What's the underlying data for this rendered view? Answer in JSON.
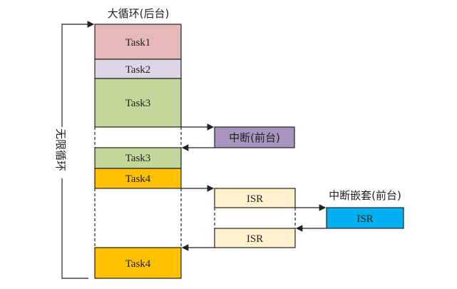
{
  "labels": {
    "background_loop": "大循环(后台)",
    "infinite_loop": "无限循环",
    "interrupt_foreground": "中断(前台)",
    "nested_interrupt_foreground": "中断嵌套(前台)"
  },
  "main_column": [
    {
      "label": "Task1",
      "color": "#e6b8b7"
    },
    {
      "label": "Task2",
      "color": "#dcd6e6"
    },
    {
      "label": "Task3",
      "color": "#c4d79b"
    },
    {
      "label": "Task3",
      "color": "#c4d79b"
    },
    {
      "label": "Task4",
      "color": "#ffc000"
    },
    {
      "label": "Task4",
      "color": "#ffc000"
    }
  ],
  "interrupt": {
    "label": "中断(前台)",
    "color": "#a894be"
  },
  "isr_blocks": [
    {
      "label": "ISR",
      "color": "#fff2cc"
    },
    {
      "label": "ISR",
      "color": "#fff2cc"
    }
  ],
  "nested_isr": {
    "label": "ISR",
    "color": "#00b0f0"
  }
}
